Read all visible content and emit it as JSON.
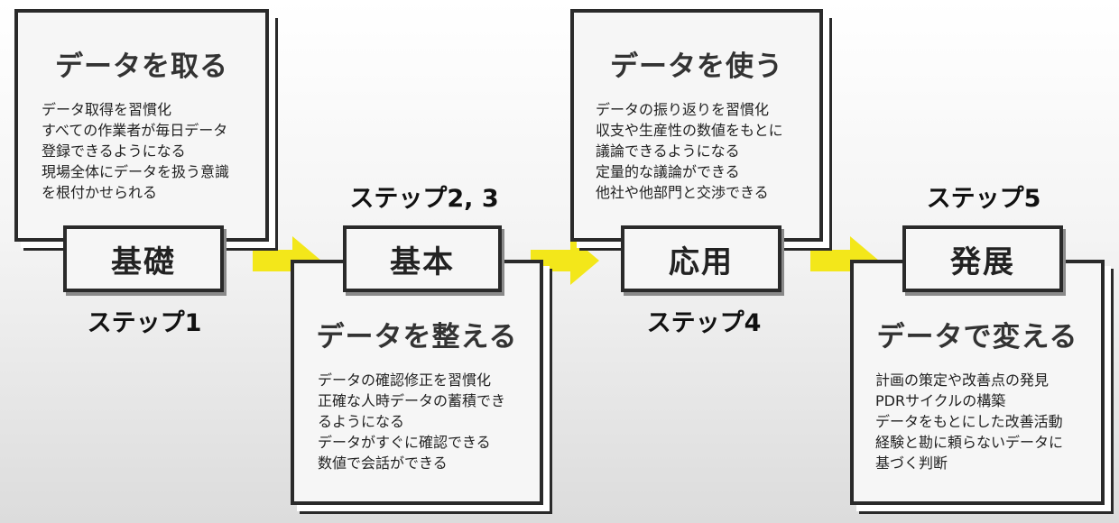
{
  "colors": {
    "arrow": "#f3e71a",
    "border": "#2a2a2a"
  },
  "stages": [
    {
      "title": "データを取る",
      "label": "基礎",
      "step": "ステップ1",
      "lines": [
        "データ取得を習慣化",
        "すべての作業者が毎日データ",
        "登録できるようになる",
        "現場全体にデータを扱う意識",
        "を根付かせられる"
      ]
    },
    {
      "title": "データを整える",
      "label": "基本",
      "step": "ステップ2, 3",
      "lines": [
        "データの確認修正を習慣化",
        "正確な人時データの蓄積でき",
        "るようになる",
        "データがすぐに確認できる",
        "数値で会話ができる"
      ]
    },
    {
      "title": "データを使う",
      "label": "応用",
      "step": "ステップ4",
      "lines": [
        "データの振り返りを習慣化",
        "収支や生産性の数値をもとに",
        "議論できるようになる",
        "定量的な議論ができる",
        "他社や他部門と交渉できる"
      ]
    },
    {
      "title": "データで変える",
      "label": "発展",
      "step": "ステップ5",
      "lines": [
        "計画の策定や改善点の発見",
        "PDRサイクルの構築",
        "データをもとにした改善活動",
        "経験と勘に頼らないデータに",
        "基づく判断"
      ]
    }
  ]
}
